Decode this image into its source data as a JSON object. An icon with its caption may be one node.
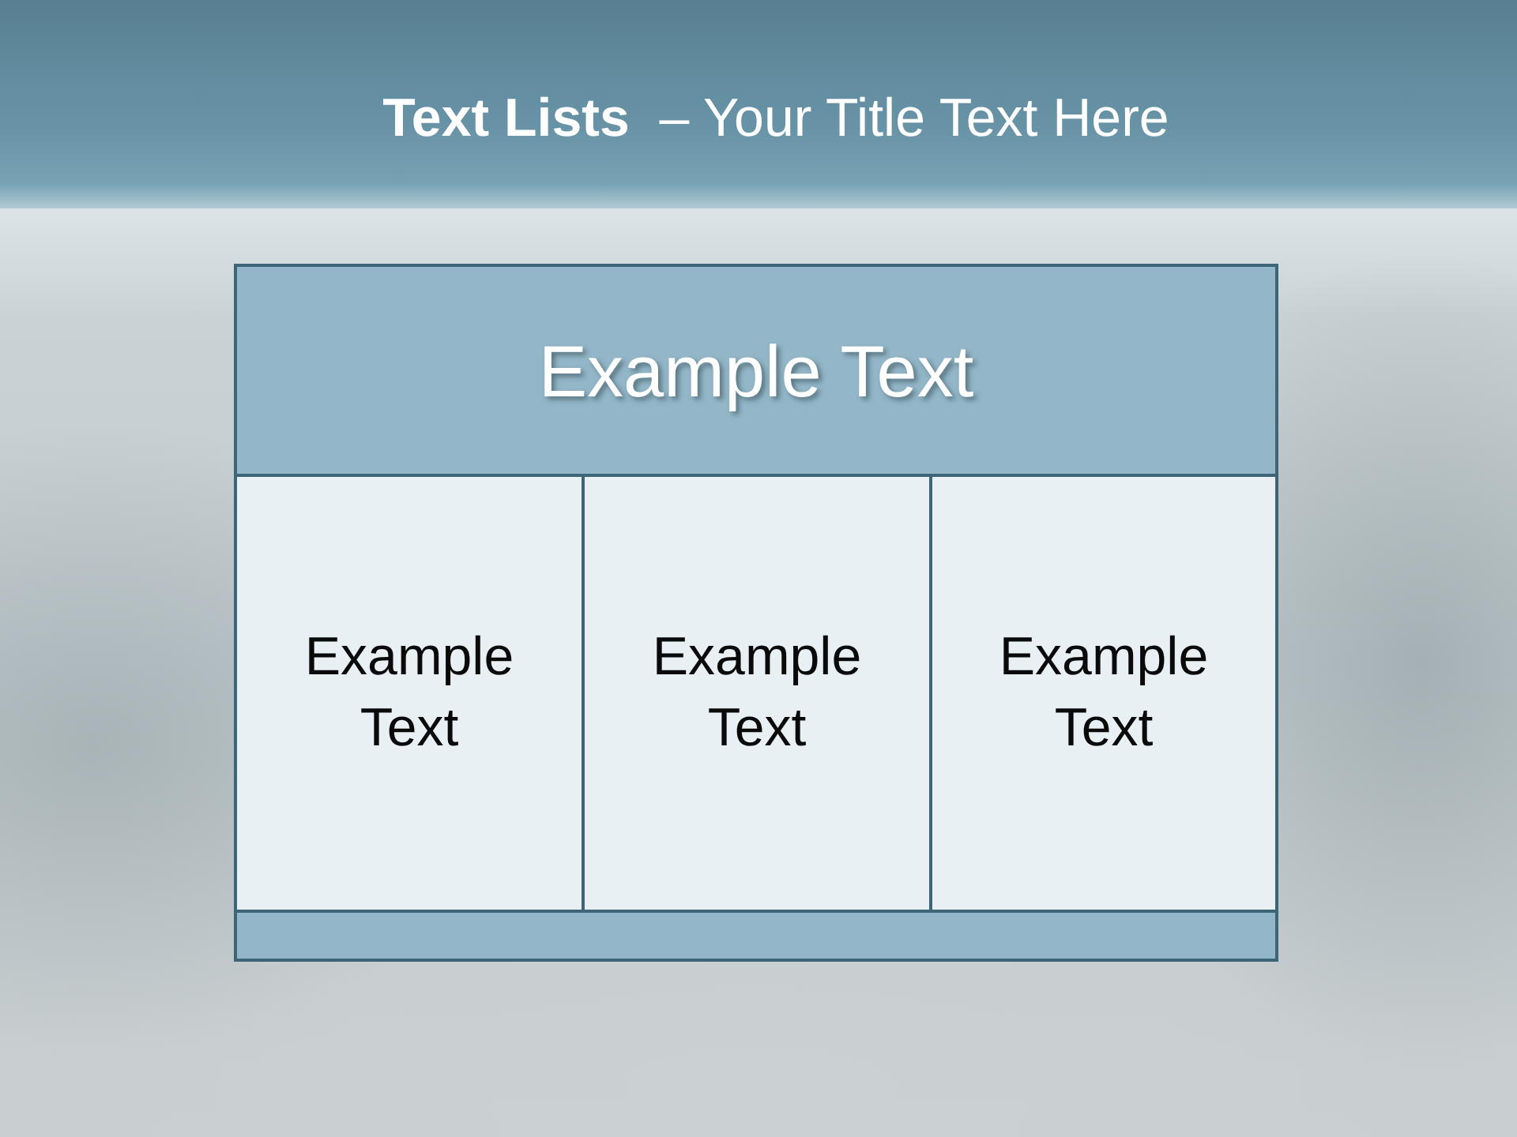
{
  "diagram": {
    "title": "**Text Lists**  – Your Title Text Here",
    "nodes": [
      {
        "text": [
          "Example Text"
        ]
      },
      {
        "text": [
          "Example Text"
        ]
      },
      {
        "text": [
          "Example Text"
        ]
      },
      {
        "text": [
          "Example Text"
        ]
      },
      {
        "text": [],
        "shape": "bar"
      }
    ]
  }
}
